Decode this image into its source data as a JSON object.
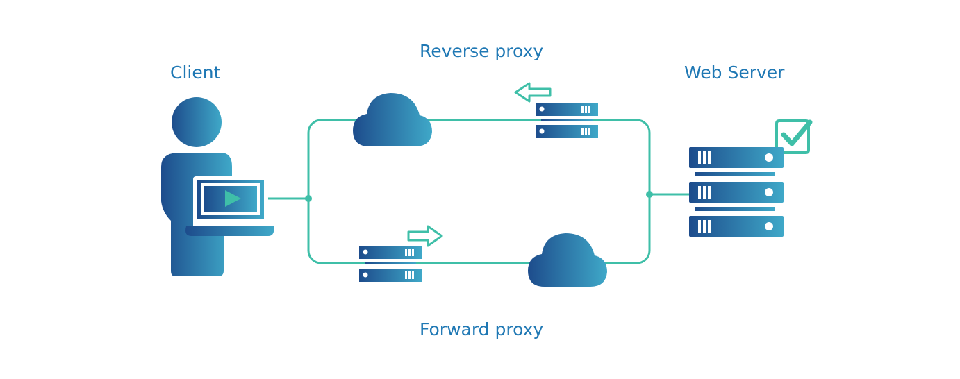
{
  "labels": {
    "client": "Client",
    "reverse_proxy": "Reverse proxy",
    "web_server": "Web Server",
    "forward_proxy": "Forward proxy"
  },
  "icons": {
    "client": "person-with-laptop-icon",
    "reverse_proxy_server": "server-rack-icon",
    "forward_proxy_server": "server-rack-icon",
    "web_server": "server-stack-icon",
    "status": "checkmark-icon",
    "cloud": "cloud-icon",
    "reverse_direction": "arrow-left-icon",
    "forward_direction": "arrow-right-icon"
  },
  "colors": {
    "label": "#1f78b4",
    "connector": "#3fbfa8",
    "gradient_dark": "#1d4c8c",
    "gradient_light": "#3fa8c8"
  }
}
